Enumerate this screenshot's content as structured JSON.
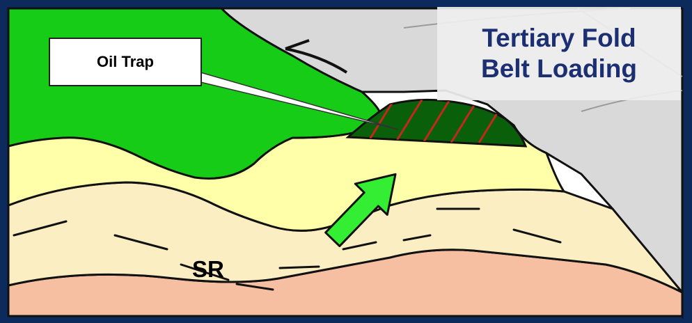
{
  "callout": {
    "label": "Oil Trap"
  },
  "title": {
    "line1": "Tertiary Fold",
    "line2": "Belt Loading"
  },
  "source_rock": {
    "label": "SR"
  },
  "colors": {
    "frame": "#0d2a5c",
    "green_layer": "#16cc16",
    "oil_trap": "#0a600a",
    "trap_hatch": "#c4281c",
    "yellow_layer": "#ffffaa",
    "cream_layer": "#fbeec3",
    "pink_basement": "#f7bfa2",
    "gray_thrust": "#d9d9d9",
    "migration_arrow": "#33ee33",
    "title_text": "#1b2f72"
  }
}
